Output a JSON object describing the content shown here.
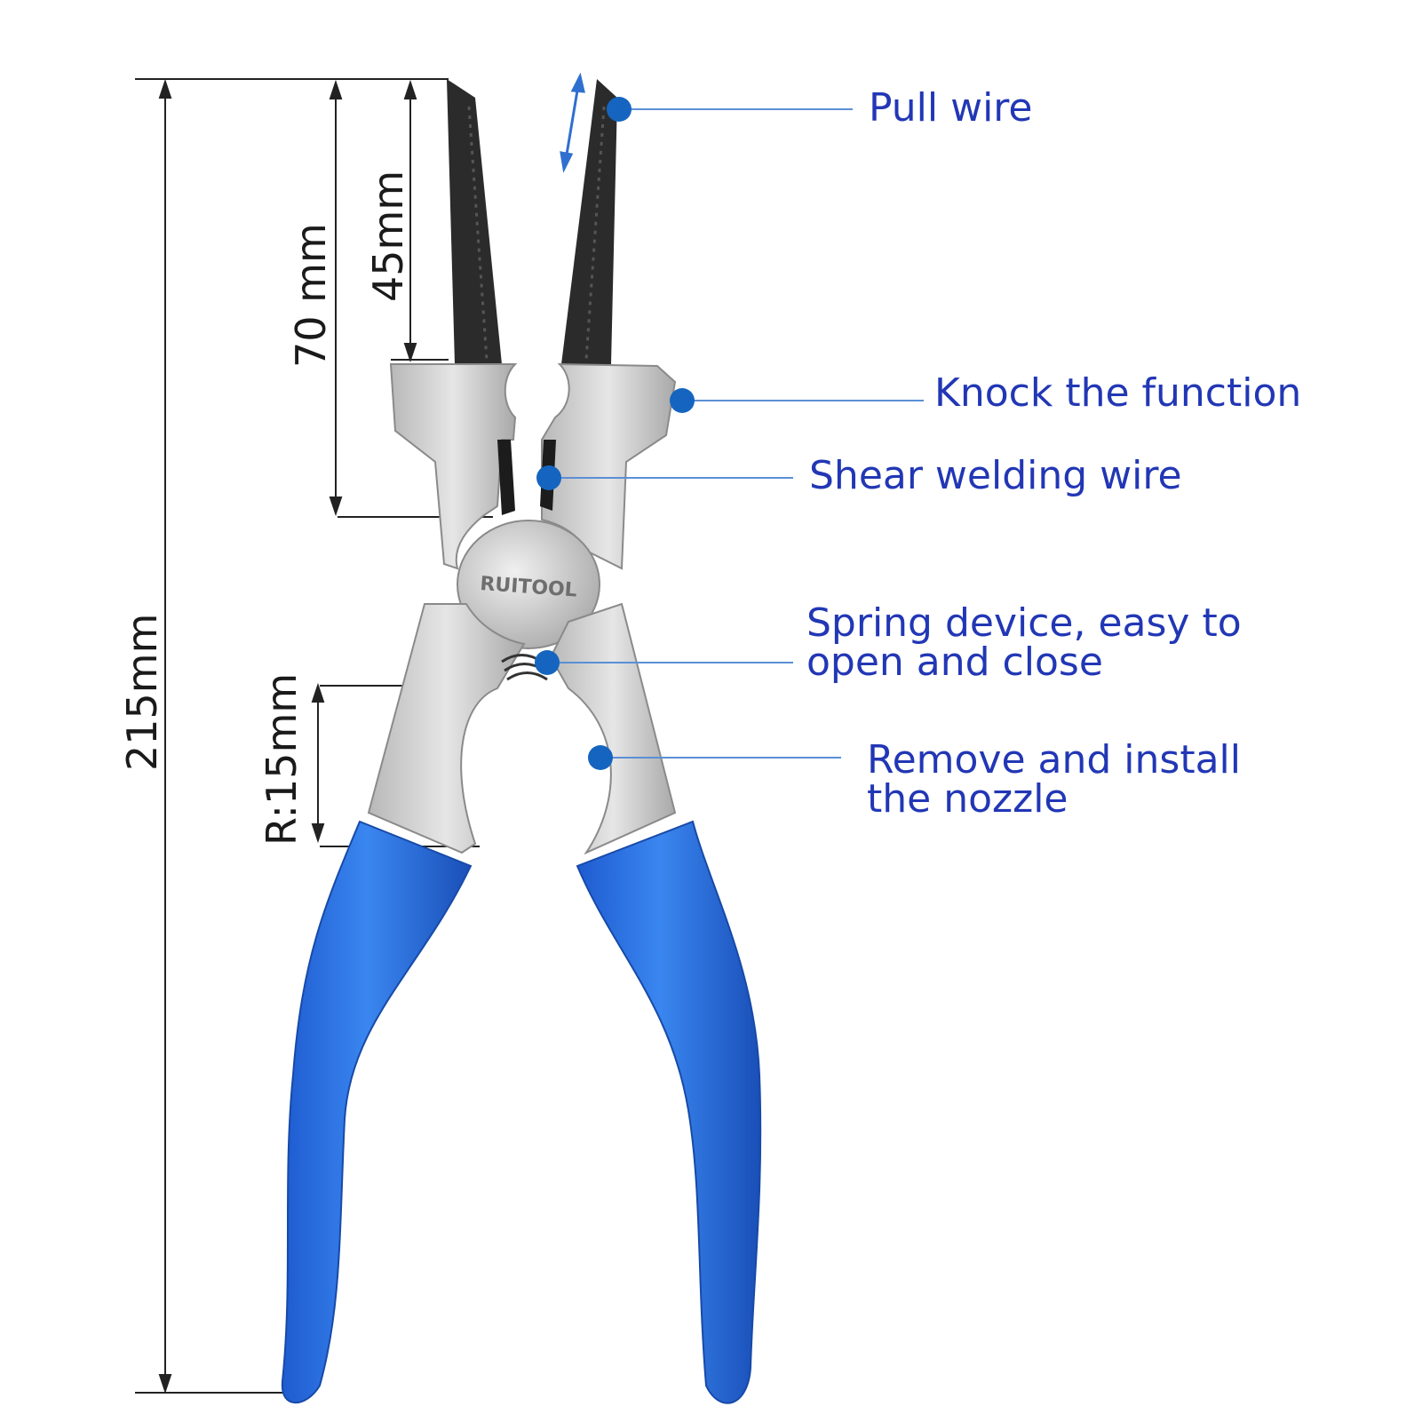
{
  "brand": {
    "name": "RUITOOL"
  },
  "dimensions": [
    {
      "label": "215mm"
    },
    {
      "label": "70 mm"
    },
    {
      "label": "45mm"
    },
    {
      "label": "R:15mm"
    }
  ],
  "callouts": [
    {
      "lines": [
        "Pull wire"
      ]
    },
    {
      "lines": [
        "Knock the function"
      ]
    },
    {
      "lines": [
        "Shear welding wire"
      ]
    },
    {
      "lines": [
        "Spring device, easy to",
        "open and close"
      ]
    },
    {
      "lines": [
        "Remove and install",
        "the nozzle"
      ]
    }
  ],
  "colors": {
    "label_text": "#2237b5",
    "dot": "#1565c0",
    "leader_line": "#5b8fd6",
    "handle": "#2a6fe0",
    "steel": "#cfcfcf",
    "jaw_dark": "#2b2b2b"
  }
}
